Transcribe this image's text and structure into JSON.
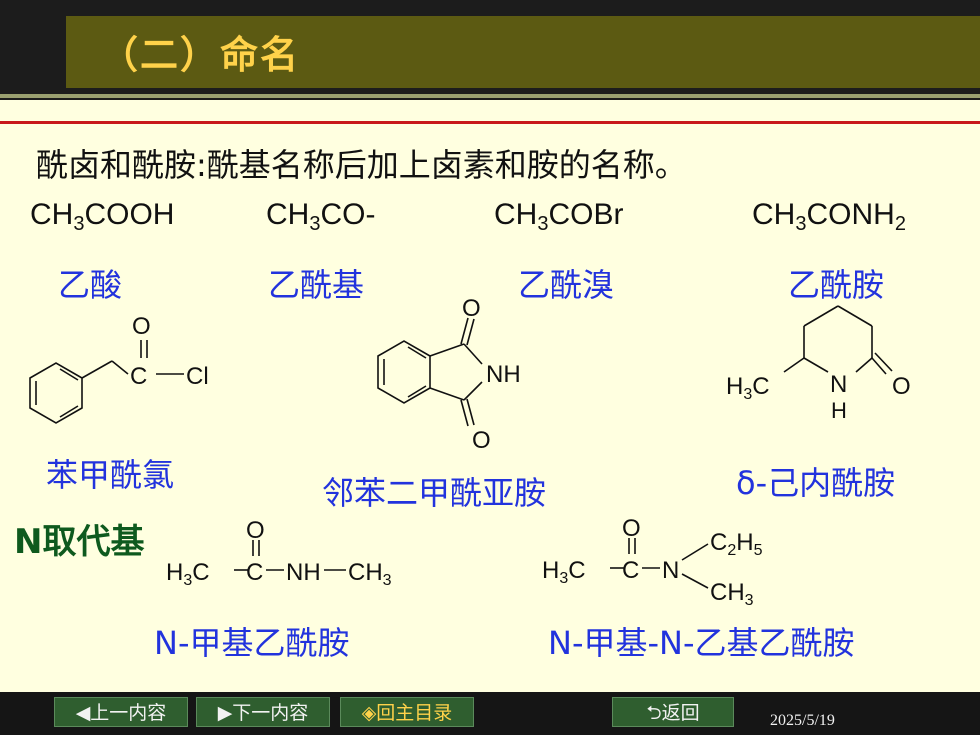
{
  "header": {
    "title": "（二）命名"
  },
  "intro": "酰卤和酰胺:酰基名称后加上卤素和胺的名称。",
  "compounds": [
    {
      "formula_main": "CH",
      "formula_sub": "3",
      "formula_tail": "COOH",
      "name": "乙酸"
    },
    {
      "formula_main": "CH",
      "formula_sub": "3",
      "formula_tail": "CO-",
      "name": "乙酰基"
    },
    {
      "formula_main": "CH",
      "formula_sub": "3",
      "formula_tail": "COBr",
      "name": "乙酰溴"
    },
    {
      "formula_main": "CH",
      "formula_sub": "3",
      "formula_tail": "CONH",
      "formula_sub2": "2",
      "name": "乙酰胺"
    }
  ],
  "structures": {
    "benzoyl_chloride": {
      "o": "O",
      "c": "C",
      "cl": "Cl",
      "name": "苯甲酰氯"
    },
    "phthalimide": {
      "o_top": "O",
      "nh": "NH",
      "o_bottom": "O",
      "name": "邻苯二甲酰亚胺"
    },
    "caprolactam": {
      "h3c": "H",
      "h3c_sub": "3",
      "h3c_c": "C",
      "n": "N",
      "h": "H",
      "o": "O",
      "name": "δ-己内酰胺"
    }
  },
  "n_substituted": {
    "label": "N取代基",
    "left": {
      "o": "O",
      "h3c": "H",
      "sub3": "3",
      "c1": "C",
      "c2": "C",
      "nh": "NH",
      "ch3": "CH",
      "ch3_sub": "3",
      "name": "N-甲基乙酰胺"
    },
    "right": {
      "o": "O",
      "h3c": "H",
      "sub3": "3",
      "c1": "C",
      "c2": "C",
      "n": "N",
      "c2h5": "C",
      "c2h5_sub1": "2",
      "c2h5_h": "H",
      "c2h5_sub2": "5",
      "ch3": "CH",
      "ch3_sub": "3",
      "name": "N-甲基-N-乙基乙酰胺"
    }
  },
  "footer": {
    "prev": "◀上一内容",
    "next": "▶下一内容",
    "home": "◈回主目录",
    "back": "⮌返回",
    "date": "2025/5/19"
  }
}
